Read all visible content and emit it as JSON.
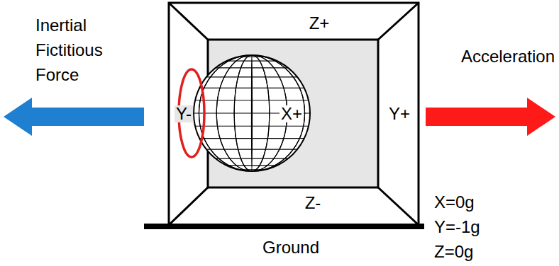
{
  "diagram": {
    "labels": [
      "Inertial Fictitious Force",
      "Acceleration",
      "Z+",
      "Y-",
      "X+",
      "Y+",
      "Z-",
      "Ground",
      "X=0g",
      "Y=-1g",
      "Z=0g"
    ]
  }
}
